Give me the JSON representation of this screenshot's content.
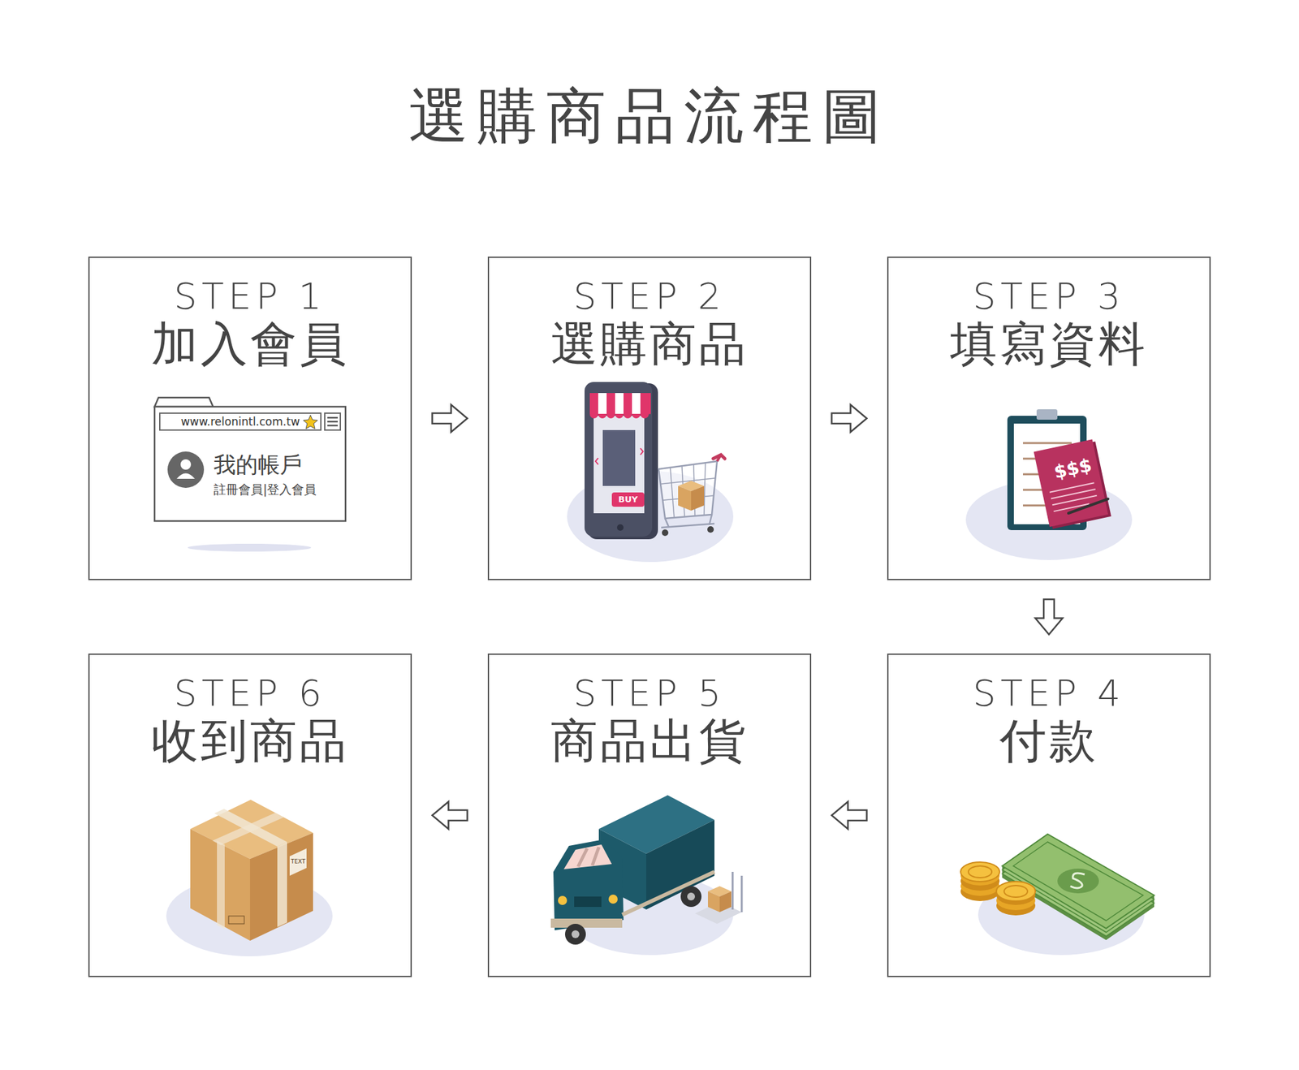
{
  "diagram": {
    "title": "選購商品流程圖",
    "nodes": [
      {
        "text": [
          "STEP 1",
          "加入會員"
        ]
      },
      {
        "text": [
          "STEP 2",
          "選購商品"
        ]
      },
      {
        "text": [
          "STEP 3",
          "填寫資料"
        ]
      },
      {
        "text": [
          "STEP 4",
          "付款"
        ]
      },
      {
        "text": [
          "STEP 5",
          "商品出貨"
        ]
      },
      {
        "text": [
          "STEP 6",
          "收到商品"
        ]
      }
    ],
    "edges": [
      {
        "from": 0,
        "to": 1,
        "arrow": "to"
      },
      {
        "from": 1,
        "to": 2,
        "arrow": "to"
      },
      {
        "from": 2,
        "to": 3,
        "arrow": "to"
      },
      {
        "from": 3,
        "to": 4,
        "arrow": "to"
      },
      {
        "from": 4,
        "to": 5,
        "arrow": "to"
      }
    ],
    "labels": [
      "www.relonintl.com.tw",
      "我的帳戶",
      "註冊會員|登入會員",
      "BUY",
      "$$$",
      "TEXT"
    ]
  }
}
